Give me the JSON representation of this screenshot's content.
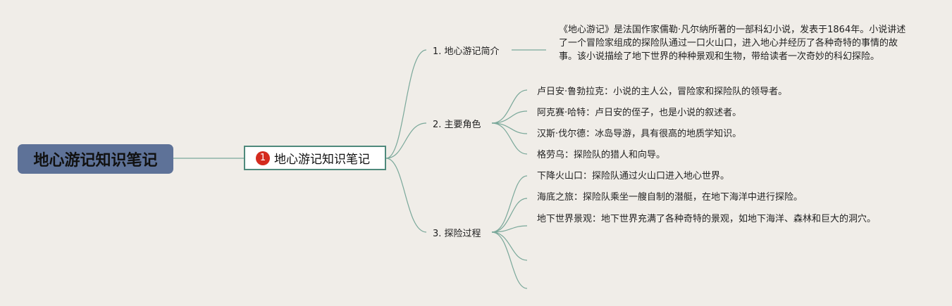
{
  "root": {
    "title": "地心游记知识笔记"
  },
  "main_topic": {
    "badge": "1",
    "title": "地心游记知识笔记"
  },
  "branches": [
    {
      "label": "1. 地心游记简介",
      "children": [
        "《地心游记》是法国作家儒勒·凡尔纳所著的一部科幻小说，发表于1864年。小说讲述了一个冒险家组成的探险队通过一口火山口，进入地心并经历了各种奇特的事情的故事。该小说描绘了地下世界的种种景观和生物，带给读者一次奇妙的科幻探险。"
      ]
    },
    {
      "label": "2. 主要角色",
      "children": [
        "卢日安·鲁勃拉克：小说的主人公，冒险家和探险队的领导者。",
        "阿克赛·哈特：卢日安的侄子，也是小说的叙述者。",
        "汉斯·伐尔德：冰岛导游，具有很高的地质学知识。",
        "格劳乌：探险队的猎人和向导。"
      ]
    },
    {
      "label": "3. 探险过程",
      "children": [
        "下降火山口：探险队通过火山口进入地心世界。",
        "海底之旅：探险队乘坐一艘自制的潜艇，在地下海洋中进行探险。",
        "地下世界景观：地下世界充满了各种奇特的景观，如地下海洋、森林和巨大的洞穴。",
        "",
        ""
      ]
    }
  ],
  "colors": {
    "line": "#7aa89a",
    "root_bg": "#5e7298",
    "main_border": "#4f8a7c",
    "badge": "#d42b1e",
    "background": "#f0ede8"
  }
}
